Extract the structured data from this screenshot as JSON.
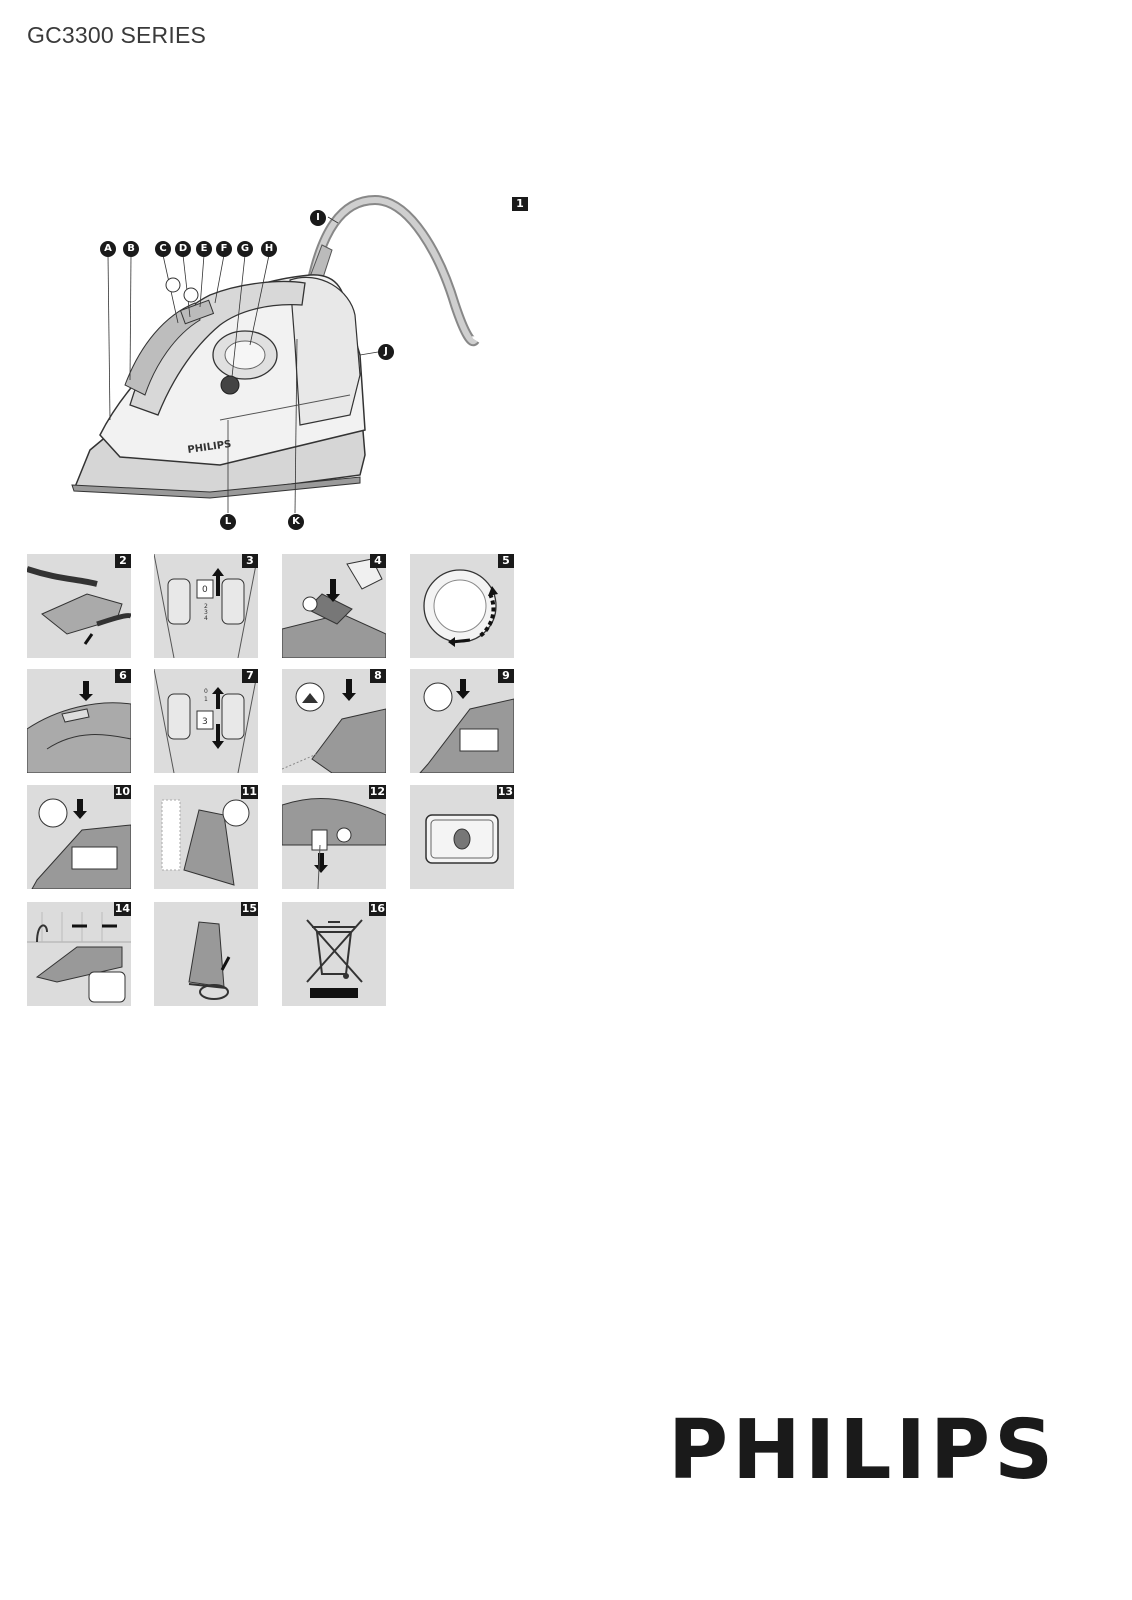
{
  "header": {
    "series_title": "GC3300 SERIES"
  },
  "main_figure": {
    "number": "1",
    "part_labels": [
      "A",
      "B",
      "C",
      "D",
      "E",
      "F",
      "G",
      "H",
      "I",
      "J",
      "K",
      "L"
    ],
    "iron_brand": "PHILIPS"
  },
  "steps": [
    {
      "number": "2"
    },
    {
      "number": "3",
      "dial_values": [
        "0",
        "2",
        "3",
        "4"
      ]
    },
    {
      "number": "4"
    },
    {
      "number": "5"
    },
    {
      "number": "6"
    },
    {
      "number": "7",
      "dial_values": [
        "0",
        "1",
        "3"
      ]
    },
    {
      "number": "8"
    },
    {
      "number": "9"
    },
    {
      "number": "10"
    },
    {
      "number": "11"
    },
    {
      "number": "12"
    },
    {
      "number": "13"
    },
    {
      "number": "14"
    },
    {
      "number": "15"
    },
    {
      "number": "16"
    }
  ],
  "footer": {
    "brand": "PHILIPS"
  }
}
